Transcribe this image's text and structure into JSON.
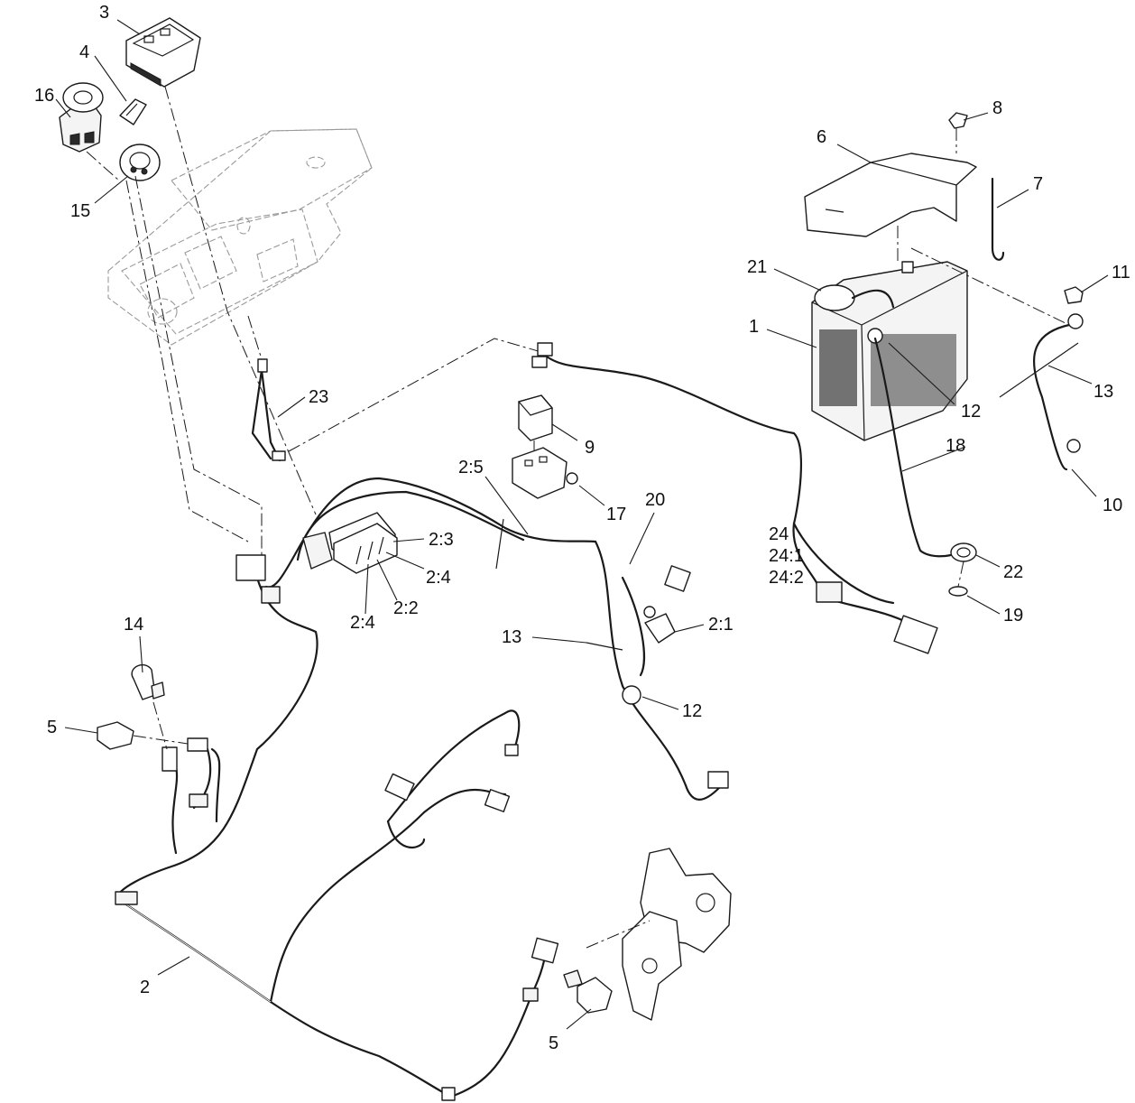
{
  "callouts": [
    {
      "id": "c3",
      "text": "3"
    },
    {
      "id": "c4",
      "text": "4"
    },
    {
      "id": "c16",
      "text": "16"
    },
    {
      "id": "c15",
      "text": "15"
    },
    {
      "id": "c8",
      "text": "8"
    },
    {
      "id": "c6",
      "text": "6"
    },
    {
      "id": "c7",
      "text": "7"
    },
    {
      "id": "c21",
      "text": "21"
    },
    {
      "id": "c1",
      "text": "1"
    },
    {
      "id": "c11",
      "text": "11"
    },
    {
      "id": "c13a",
      "text": "13"
    },
    {
      "id": "c12a",
      "text": "12"
    },
    {
      "id": "c23",
      "text": "23"
    },
    {
      "id": "c9",
      "text": "9"
    },
    {
      "id": "c18",
      "text": "18"
    },
    {
      "id": "c10",
      "text": "10"
    },
    {
      "id": "c2_5",
      "text": "2:5"
    },
    {
      "id": "c17",
      "text": "17"
    },
    {
      "id": "c20",
      "text": "20"
    },
    {
      "id": "c24",
      "text": "24"
    },
    {
      "id": "c24_1",
      "text": "24:1"
    },
    {
      "id": "c24_2",
      "text": "24:2"
    },
    {
      "id": "c22",
      "text": "22"
    },
    {
      "id": "c19",
      "text": "19"
    },
    {
      "id": "c2_3",
      "text": "2:3"
    },
    {
      "id": "c2_4a",
      "text": "2:4"
    },
    {
      "id": "c2_2",
      "text": "2:2"
    },
    {
      "id": "c2_4b",
      "text": "2:4"
    },
    {
      "id": "c2_1",
      "text": "2:1"
    },
    {
      "id": "c13b",
      "text": "13"
    },
    {
      "id": "c14",
      "text": "14"
    },
    {
      "id": "c12b",
      "text": "12"
    },
    {
      "id": "c5a",
      "text": "5"
    },
    {
      "id": "c2",
      "text": "2"
    },
    {
      "id": "c5b",
      "text": "5"
    }
  ],
  "colors": {
    "line": "#1a1a1a",
    "ghost": "#9a9a9a",
    "background": "#ffffff"
  }
}
